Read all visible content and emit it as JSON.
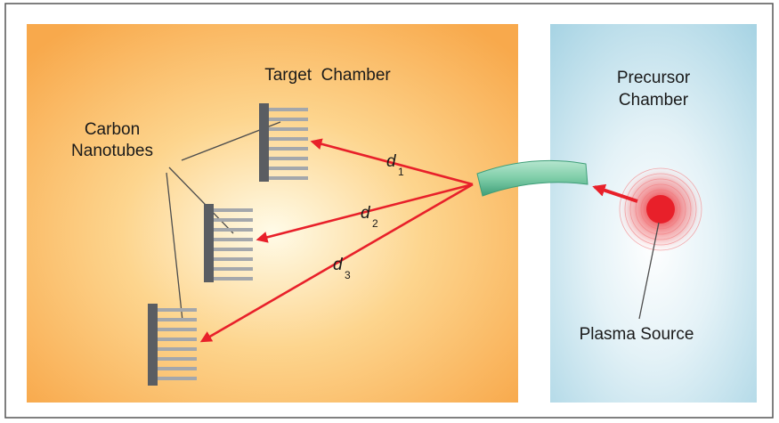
{
  "target_chamber": {
    "title": "Target  Chamber",
    "nanotubes_label_line1": "Carbon",
    "nanotubes_label_line2": "Nanotubes",
    "colors": {
      "center": "#fffbe8",
      "mid": "#fdd58e",
      "edge": "#f8a94c"
    }
  },
  "precursor_chamber": {
    "title_line1": "Precursor",
    "title_line2": "Chamber",
    "plasma_label": "Plasma Source",
    "colors": {
      "center": "#ffffff",
      "edge": "#a8d4e4"
    }
  },
  "distances": [
    {
      "symbol": "d",
      "subscript": "1"
    },
    {
      "symbol": "d",
      "subscript": "2"
    },
    {
      "symbol": "d",
      "subscript": "3"
    }
  ],
  "colors": {
    "arrow": "#e8202a",
    "tube": "#7ecda8",
    "plasma": "#e8202a",
    "nanotube_base": "#5a5d62",
    "nanotube_rod": "#a4a7ab",
    "frame": "#555555"
  }
}
